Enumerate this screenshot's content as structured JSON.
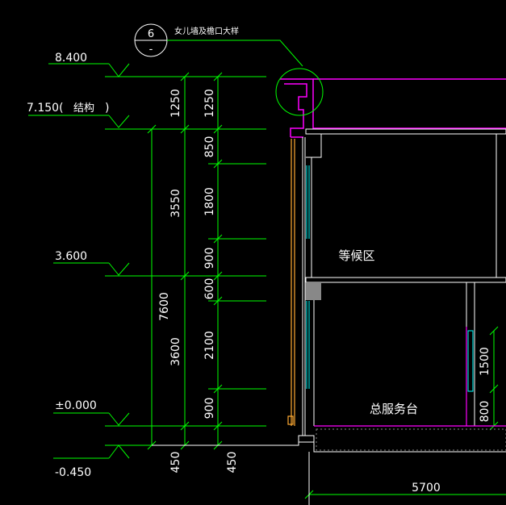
{
  "callout": {
    "number": "6",
    "sheet": "-",
    "label": "女儿墙及檐口大样"
  },
  "levels": [
    {
      "id": "8400",
      "text": "8.400"
    },
    {
      "id": "7150",
      "text": "7.150(",
      "note": "结构",
      "close": ")"
    },
    {
      "id": "3600",
      "text": "3.600"
    },
    {
      "id": "0000",
      "text": "±0.000"
    },
    {
      "id": "neg450",
      "text": "-0.450"
    }
  ],
  "dimensions": {
    "outer": [
      "7600"
    ],
    "middle": [
      "1250",
      "3550",
      "3600",
      "450"
    ],
    "inner": [
      "1250",
      "850",
      "1800",
      "900",
      "600",
      "2100",
      "900",
      "450"
    ],
    "right": [
      "1500",
      "800"
    ],
    "bottom": [
      "5700"
    ]
  },
  "rooms": [
    "等候区",
    "总服务台"
  ],
  "colors": {
    "dimension": "#00ff00",
    "wall": "#ffffff",
    "outline": "#ff00ff",
    "glass": "#00ffff",
    "frame": "#ffaa33"
  }
}
